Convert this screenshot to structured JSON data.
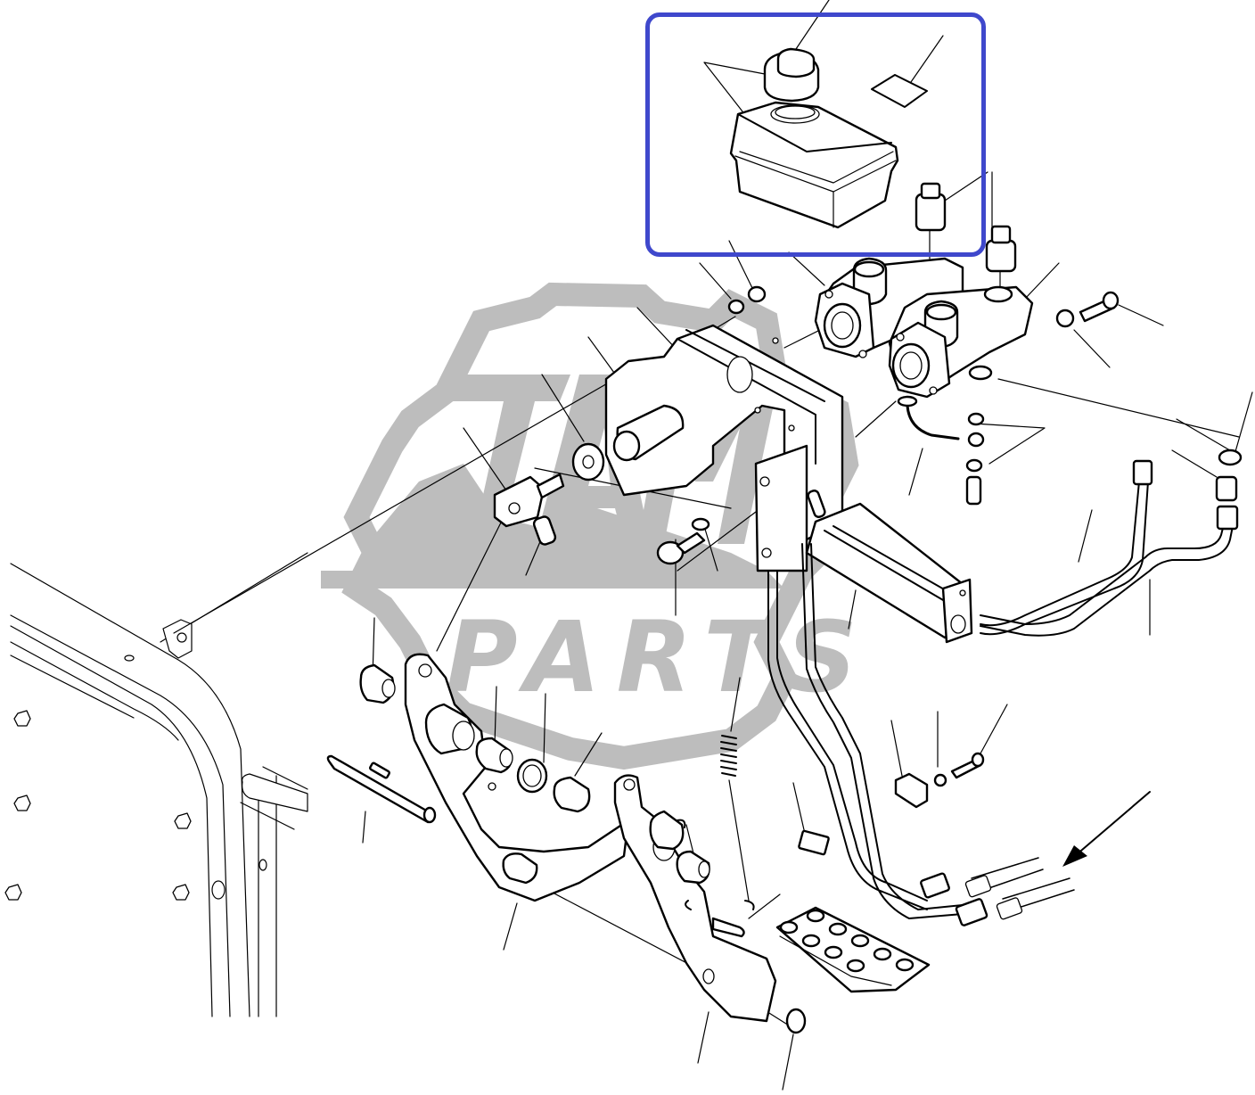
{
  "diagram": {
    "type": "exploded-parts-diagram",
    "subject": "brake pedal and master cylinder assembly",
    "watermark": {
      "line1": "TAM",
      "line2": "PARTS",
      "color": "#bdbdbd"
    },
    "highlight": {
      "color": "#3f48cc",
      "contains": [
        "reservoir-tank",
        "reservoir-cap",
        "strainer",
        "label-plate",
        "pressure-switch"
      ]
    },
    "parts": [
      {
        "id": "reservoir-cap",
        "label": ""
      },
      {
        "id": "reservoir-tank",
        "label": ""
      },
      {
        "id": "label-plate",
        "label": ""
      },
      {
        "id": "pressure-switch-1",
        "label": ""
      },
      {
        "id": "pressure-switch-2",
        "label": ""
      },
      {
        "id": "master-cylinder-1",
        "label": ""
      },
      {
        "id": "master-cylinder-2",
        "label": ""
      },
      {
        "id": "mounting-bracket",
        "label": ""
      },
      {
        "id": "clevis",
        "label": ""
      },
      {
        "id": "pedal-arm-left",
        "label": ""
      },
      {
        "id": "pedal-arm-right",
        "label": ""
      },
      {
        "id": "pedal-pad",
        "label": ""
      },
      {
        "id": "return-spring",
        "label": ""
      },
      {
        "id": "brake-pipes",
        "label": ""
      },
      {
        "id": "frame",
        "label": ""
      },
      {
        "id": "pivot-shaft",
        "label": ""
      },
      {
        "id": "bushings",
        "label": ""
      },
      {
        "id": "clamps",
        "label": ""
      },
      {
        "id": "bolts",
        "label": ""
      }
    ],
    "colors": {
      "line": "#000000",
      "background": "#ffffff",
      "watermark": "#bdbdbd",
      "highlight": "#3f48cc"
    }
  }
}
